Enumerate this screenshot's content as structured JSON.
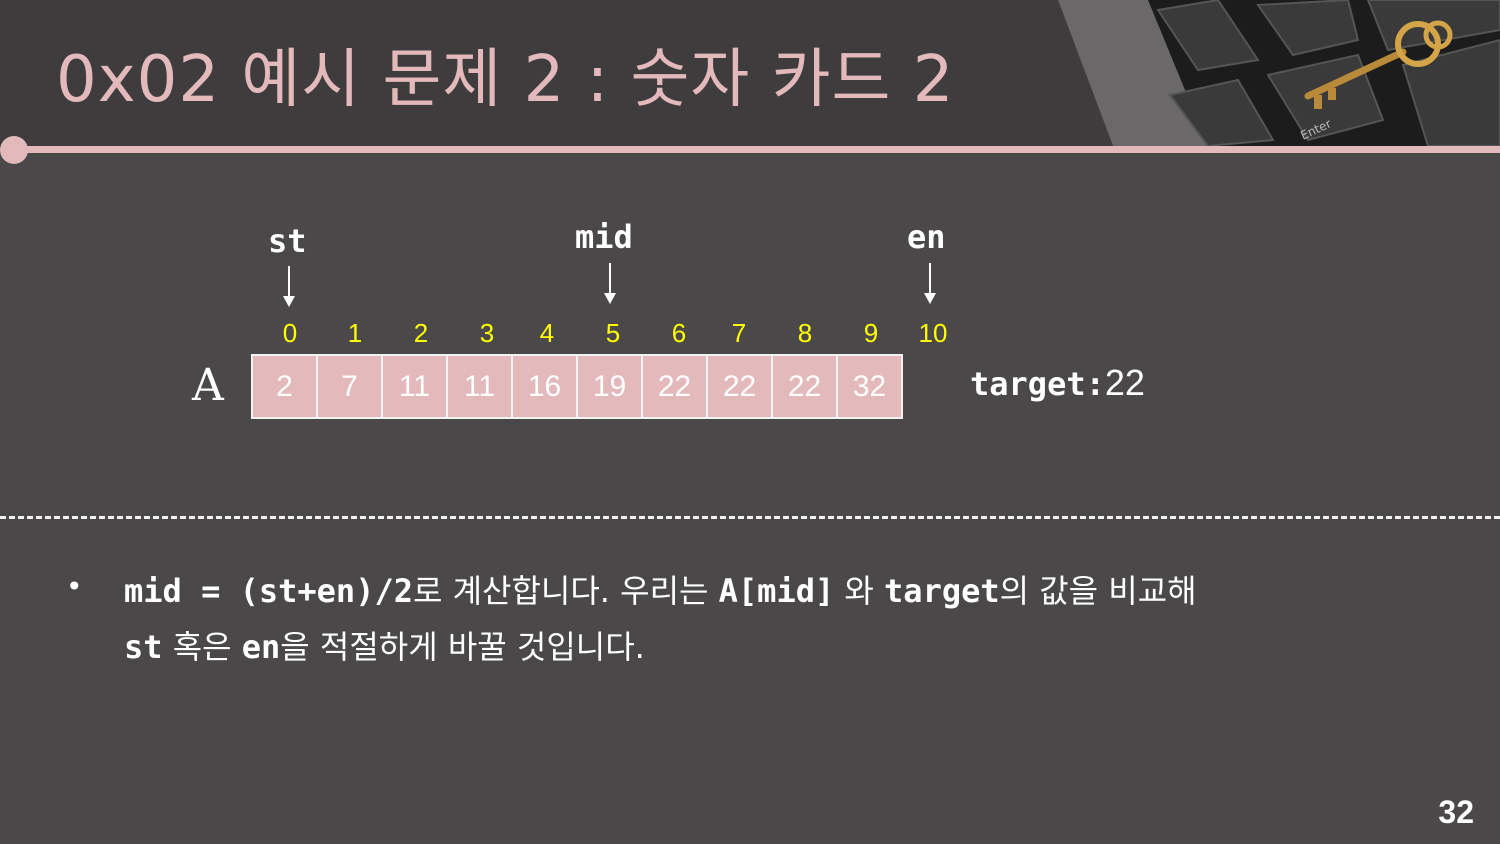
{
  "slide": {
    "title": "0x02  예시 문제 2 : 숫자 카드 2",
    "page_number": "32"
  },
  "diagram": {
    "pointers": {
      "st": "st",
      "mid": "mid",
      "en": "en"
    },
    "array_label": "A",
    "indices": [
      "0",
      "1",
      "2",
      "3",
      "4",
      "5",
      "6",
      "7",
      "8",
      "9",
      "10"
    ],
    "values": [
      "2",
      "7",
      "11",
      "11",
      "16",
      "19",
      "22",
      "22",
      "22",
      "32"
    ],
    "target_label": "target:",
    "target_value": "22"
  },
  "explanation": {
    "bullet": "•",
    "line1": {
      "t1": "mid = (st+en)/2",
      "t2": "로 계산합니다. 우리는 ",
      "t3": "A[mid]",
      "t4": " 와 ",
      "t5": "target",
      "t6": "의 값을 비교해"
    },
    "line2": {
      "t1": "st",
      "t2": " 혹은 ",
      "t3": "en",
      "t4": "을 적절하게 바꿀 것입니다."
    }
  },
  "colors": {
    "background": "#4a4849",
    "accent_pink": "#e3b9bc",
    "index_yellow": "#ffff00"
  }
}
